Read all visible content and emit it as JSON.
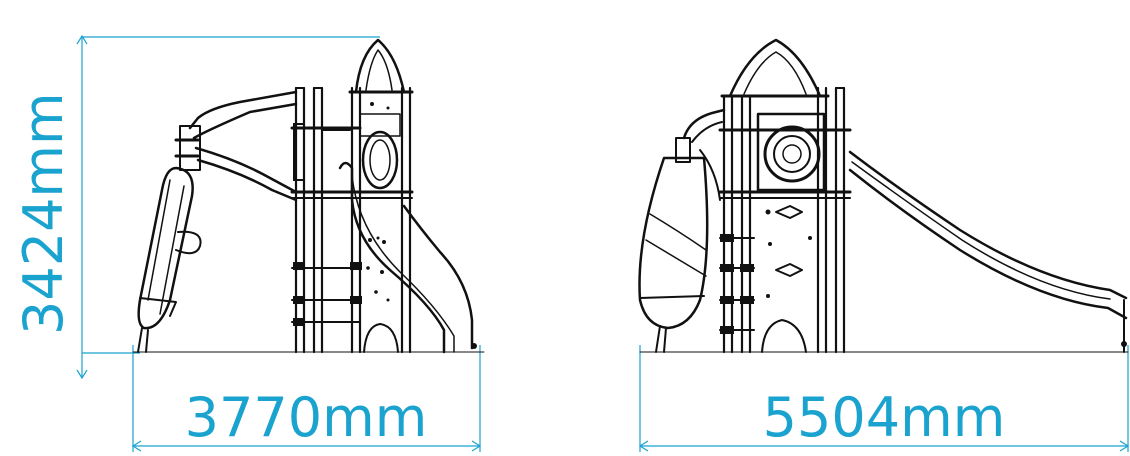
{
  "dimensions": {
    "height_label": "3424mm",
    "width_side_label": "3770mm",
    "width_front_label": "5504mm"
  },
  "colors": {
    "dimension": "#1ba3cf",
    "drawing": "#111111",
    "background": "#ffffff"
  }
}
